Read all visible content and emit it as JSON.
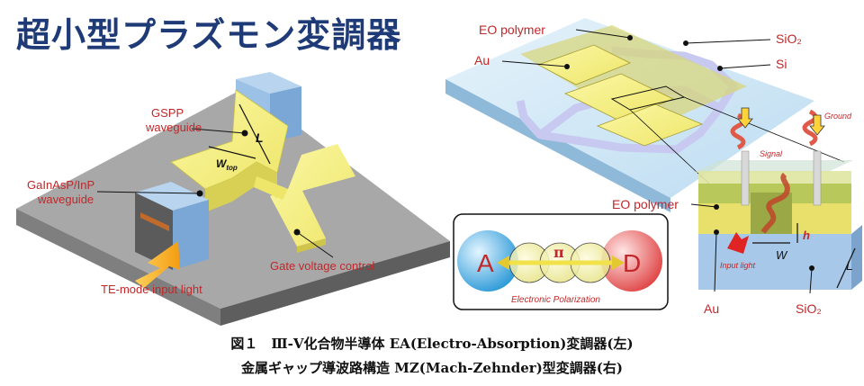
{
  "title": "超小型プラズモン変調器",
  "left_figure": {
    "labels": {
      "gspp_line1": "GSPP",
      "gspp_line2": "waveguide",
      "length": "L",
      "wtop": "W",
      "wtop_sub": "top",
      "gainasp_line1": "GaInAsP/InP",
      "gainasp_line2": "waveguide",
      "gate": "Gate voltage control",
      "input": "TE-mode input light"
    }
  },
  "right_figure": {
    "labels": {
      "eo_polymer_top": "EO polymer",
      "sio2_top": "SiO₂",
      "au_top": "Au",
      "si": "Si",
      "ground": "Ground",
      "signal": "Signal",
      "eo_polymer_side": "EO polymer",
      "h": "h",
      "w": "W",
      "length": "L",
      "input_light": "Input light",
      "au_bottom": "Au",
      "sio2_bottom": "SiO₂"
    }
  },
  "inset": {
    "acceptor": "A",
    "pi": "π",
    "donor": "D",
    "caption": "Electronic Polarization"
  },
  "caption": {
    "line1": "図１　Ⅲ-Ⅴ化合物半導体 EA(Electro-Absorption)変調器(左)",
    "line2": "金属ギャップ導波路構造 MZ(Mach-Zehnder)型変調器(右)"
  },
  "colors": {
    "title": "#1f3b77",
    "label_red": "#c0282a",
    "gold": "#f2ef7e",
    "blue_block": "#9dc3e6",
    "substrate": "#a6a6a6"
  }
}
